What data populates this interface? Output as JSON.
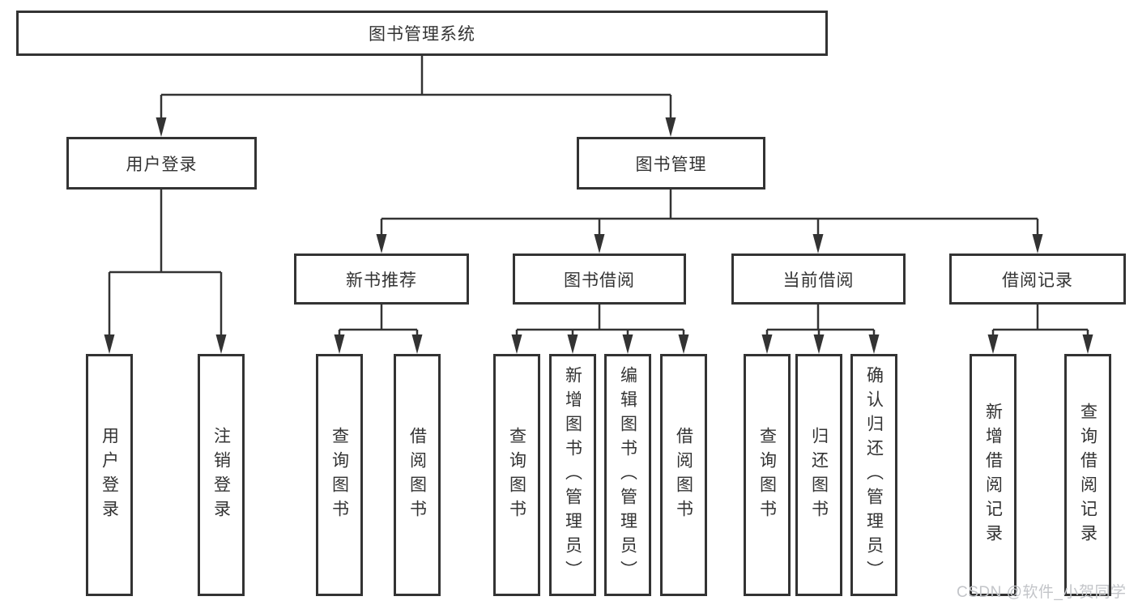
{
  "diagram": {
    "root": {
      "label": "图书管理系统"
    },
    "branches": [
      {
        "label": "用户登录",
        "children": [
          {
            "label": "用户登录"
          },
          {
            "label": "注销登录"
          }
        ]
      },
      {
        "label": "图书管理",
        "sections": [
          {
            "label": "新书推荐",
            "children": [
              {
                "label": "查询图书"
              },
              {
                "label": "借阅图书"
              }
            ]
          },
          {
            "label": "图书借阅",
            "children": [
              {
                "label": "查询图书"
              },
              {
                "label": "新增图书（管理员）"
              },
              {
                "label": "编辑图书（管理员）"
              },
              {
                "label": "借阅图书"
              }
            ]
          },
          {
            "label": "当前借阅",
            "children": [
              {
                "label": "查询图书"
              },
              {
                "label": "归还图书"
              },
              {
                "label": "确认归还（管理员）"
              }
            ]
          },
          {
            "label": "借阅记录",
            "children": [
              {
                "label": "新增借阅记录"
              },
              {
                "label": "查询借阅记录"
              }
            ]
          }
        ]
      }
    ]
  },
  "watermark": {
    "text": "CSDN @软件_小贺同学"
  },
  "colors": {
    "line": "#333333",
    "box_border": "#333333",
    "text": "#333333",
    "watermark": "#c3c5c9",
    "background": "#ffffff"
  }
}
